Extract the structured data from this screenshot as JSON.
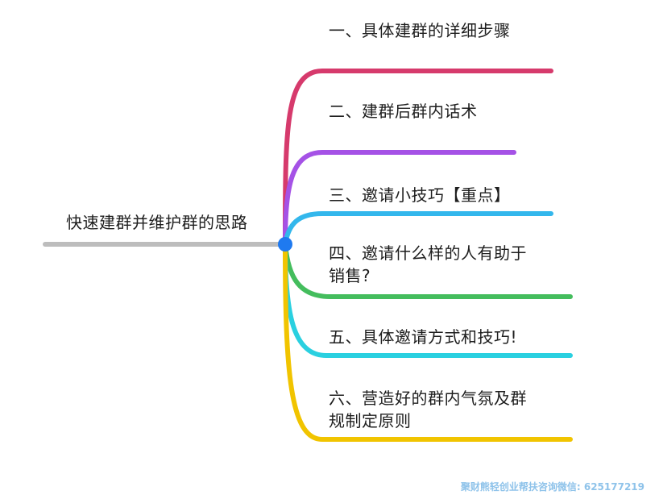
{
  "root": {
    "label": "快速建群并维护群的思路"
  },
  "branches": [
    {
      "label": "一、具体建群的详细步骤",
      "color": "#d63a6c"
    },
    {
      "label": "二、建群后群内话术",
      "color": "#a552e6"
    },
    {
      "label": "三、邀请小技巧【重点】",
      "color": "#33b7ec"
    },
    {
      "label": "四、邀请什么样的人有助于",
      "label_cont": "销售?",
      "color": "#44bd5d"
    },
    {
      "label": "五、具体邀请方式和技巧!",
      "color": "#2ad0e0"
    },
    {
      "label": "六、营造好的群内气氛及群",
      "label_cont": "规制定原则",
      "color": "#f1c400"
    }
  ],
  "colors": {
    "root_line": "#bdbdbd",
    "hub": "#1f7af0",
    "watermark": "#8fc3ea"
  },
  "watermark": "聚财熊轻创业帮扶咨询微信: 625177219"
}
